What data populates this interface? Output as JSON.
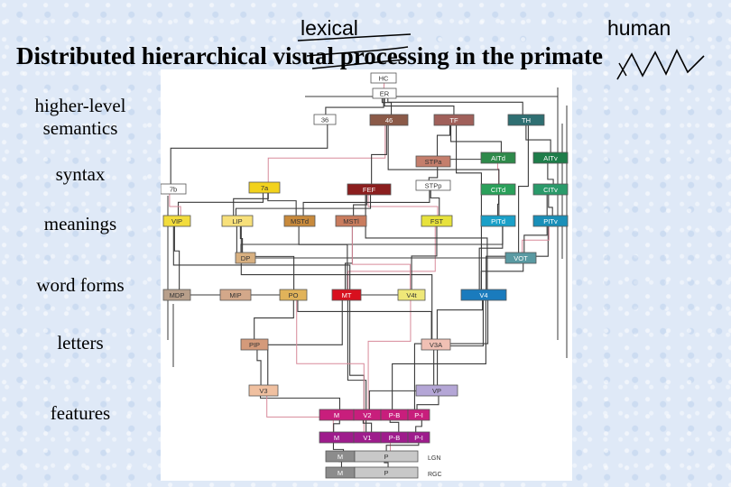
{
  "title": "Distributed hierarchical visual processing in the primate",
  "handwritten": {
    "left_word": "lexical",
    "right_word": "human"
  },
  "levels": [
    "higher-level semantics",
    "syntax",
    "meanings",
    "word forms",
    "letters",
    "features"
  ],
  "diagram": {
    "areas": [
      {
        "id": "HC",
        "label": "HC",
        "color": "#ffffff",
        "text": "#333333"
      },
      {
        "id": "ER",
        "label": "ER",
        "color": "#ffffff",
        "text": "#333333"
      },
      {
        "id": "36",
        "label": "36",
        "color": "#ffffff",
        "text": "#333333"
      },
      {
        "id": "46",
        "label": "46",
        "color": "#8b5a48",
        "text": "#ffffff"
      },
      {
        "id": "TF",
        "label": "TF",
        "color": "#a0605a",
        "text": "#ffffff"
      },
      {
        "id": "TH",
        "label": "TH",
        "color": "#2f6f72",
        "text": "#ffffff"
      },
      {
        "id": "STPa",
        "label": "STPa",
        "color": "#c47e6c",
        "text": "#333333"
      },
      {
        "id": "AITd",
        "label": "AITd",
        "color": "#2e8a4a",
        "text": "#ffffff"
      },
      {
        "id": "AITv",
        "label": "AITv",
        "color": "#1e7d4a",
        "text": "#ffffff"
      },
      {
        "id": "7b",
        "label": "7b",
        "color": "#ffffff",
        "text": "#333333"
      },
      {
        "id": "7a",
        "label": "7a",
        "color": "#f2d21c",
        "text": "#333333"
      },
      {
        "id": "FEF",
        "label": "FEF",
        "color": "#8b1e1e",
        "text": "#ffffff"
      },
      {
        "id": "STPp",
        "label": "STPp",
        "color": "#ffffff",
        "text": "#333333"
      },
      {
        "id": "CITd",
        "label": "CITd",
        "color": "#2aa05a",
        "text": "#ffffff"
      },
      {
        "id": "CITv",
        "label": "CITv",
        "color": "#2a9a6a",
        "text": "#ffffff"
      },
      {
        "id": "VIP",
        "label": "VIP",
        "color": "#f2dc3c",
        "text": "#333333"
      },
      {
        "id": "LIP",
        "label": "LIP",
        "color": "#f7e07a",
        "text": "#333333"
      },
      {
        "id": "MSTd",
        "label": "MSTd",
        "color": "#c88a3c",
        "text": "#333333"
      },
      {
        "id": "MSTl",
        "label": "MSTl",
        "color": "#c97c5e",
        "text": "#333333"
      },
      {
        "id": "FST",
        "label": "FST",
        "color": "#e7e23c",
        "text": "#333333"
      },
      {
        "id": "PITd",
        "label": "PITd",
        "color": "#1aa0c8",
        "text": "#ffffff"
      },
      {
        "id": "PITv",
        "label": "PITv",
        "color": "#1a8fb8",
        "text": "#ffffff"
      },
      {
        "id": "DP",
        "label": "DP",
        "color": "#d8b080",
        "text": "#333333"
      },
      {
        "id": "VOT",
        "label": "VOT",
        "color": "#5a9aa2",
        "text": "#ffffff"
      },
      {
        "id": "MDP",
        "label": "MDP",
        "color": "#b89f8a",
        "text": "#333333"
      },
      {
        "id": "MIP",
        "label": "MIP",
        "color": "#d3a88a",
        "text": "#333333"
      },
      {
        "id": "PO",
        "label": "PO",
        "color": "#e1b35a",
        "text": "#333333"
      },
      {
        "id": "MT",
        "label": "MT",
        "color": "#d8101e",
        "text": "#ffffff"
      },
      {
        "id": "V4t",
        "label": "V4t",
        "color": "#efe878",
        "text": "#333333"
      },
      {
        "id": "V4",
        "label": "V4",
        "color": "#1a7bbd",
        "text": "#ffffff"
      },
      {
        "id": "PIP",
        "label": "PIP",
        "color": "#d49a7a",
        "text": "#333333"
      },
      {
        "id": "V3A",
        "label": "V3A",
        "color": "#f0c0b4",
        "text": "#333333"
      },
      {
        "id": "V3",
        "label": "V3",
        "color": "#f0c0a0",
        "text": "#333333"
      },
      {
        "id": "VP",
        "label": "VP",
        "color": "#b4a6d6",
        "text": "#333333"
      },
      {
        "id": "V2-M",
        "label": "M",
        "color": "#c81e7c",
        "text": "#ffffff"
      },
      {
        "id": "V2",
        "label": "V2",
        "color": "#c81e7c",
        "text": "#ffffff"
      },
      {
        "id": "V2-PB",
        "label": "P-B",
        "color": "#c81e7c",
        "text": "#ffffff"
      },
      {
        "id": "V2-PI",
        "label": "P-I",
        "color": "#c81e7c",
        "text": "#ffffff"
      },
      {
        "id": "V1-M",
        "label": "M",
        "color": "#9e1c8c",
        "text": "#ffffff"
      },
      {
        "id": "V1",
        "label": "V1",
        "color": "#9e1c8c",
        "text": "#ffffff"
      },
      {
        "id": "V1-PB",
        "label": "P-B",
        "color": "#9e1c8c",
        "text": "#ffffff"
      },
      {
        "id": "V1-PI",
        "label": "P-I",
        "color": "#9e1c8c",
        "text": "#ffffff"
      },
      {
        "id": "LGN-M",
        "label": "M",
        "color": "#8c8c8c",
        "text": "#ffffff"
      },
      {
        "id": "LGN-P",
        "label": "P",
        "color": "#c8c8c8",
        "text": "#333333"
      },
      {
        "id": "RGC-M",
        "label": "M",
        "color": "#8c8c8c",
        "text": "#ffffff"
      },
      {
        "id": "RGC-P",
        "label": "P",
        "color": "#c8c8c8",
        "text": "#333333"
      }
    ],
    "stage_labels": [
      "LGN",
      "RGC"
    ]
  }
}
